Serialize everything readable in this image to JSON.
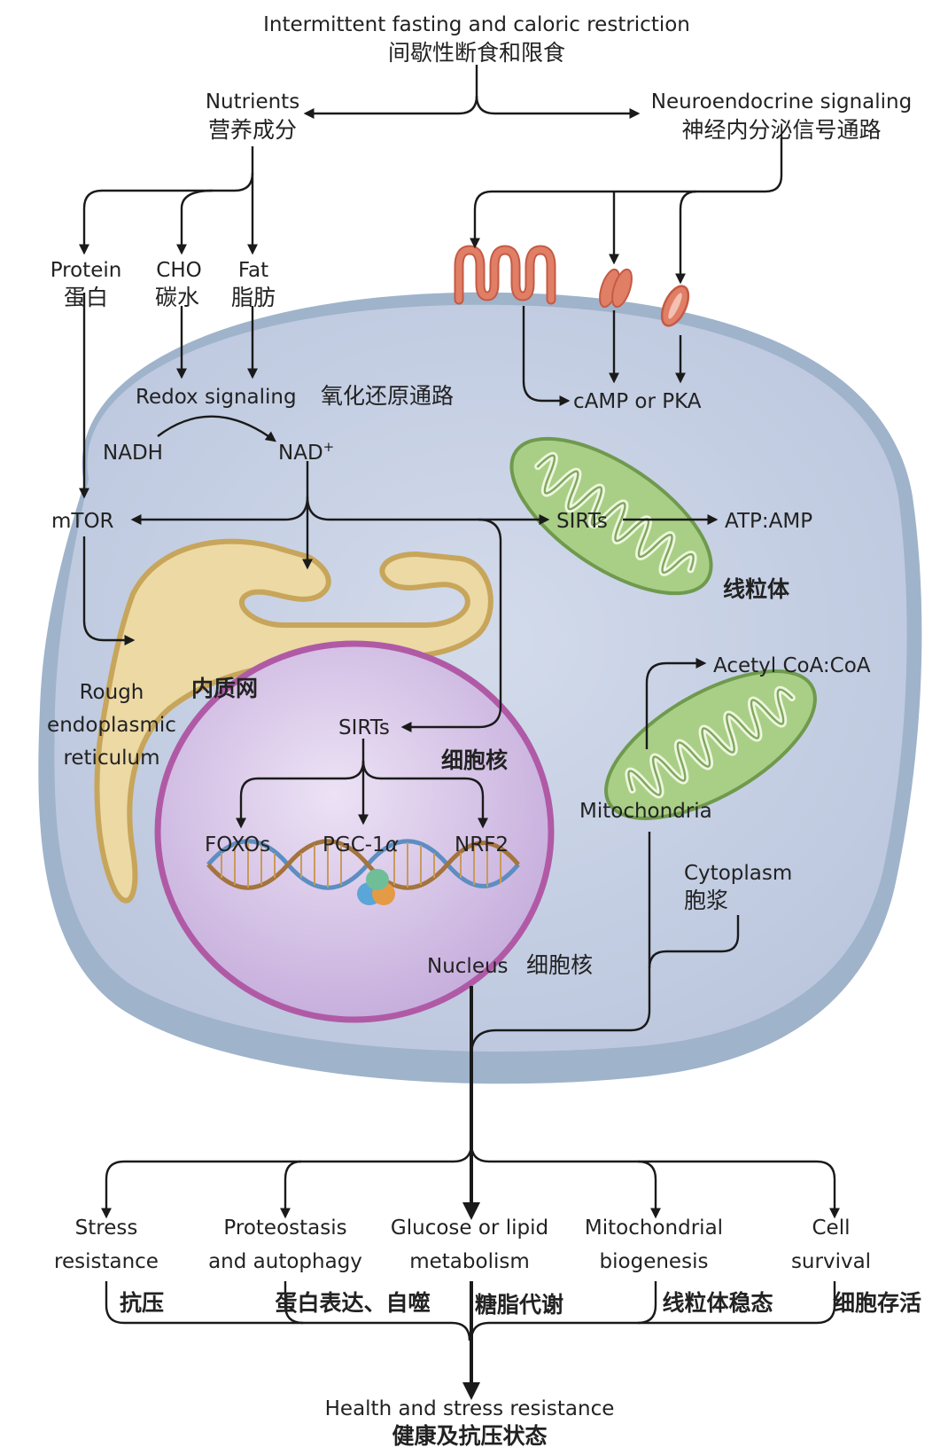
{
  "top": {
    "title_en": "Intermittent fasting and caloric restriction",
    "title_zh": "间歇性断食和限食"
  },
  "nutrients": {
    "en": "Nutrients",
    "zh": "营养成分"
  },
  "neuro": {
    "en": "Neuroendocrine signaling",
    "zh": "神经内分泌信号通路"
  },
  "macros": {
    "protein": {
      "en": "Protein",
      "zh": "蛋白"
    },
    "cho": {
      "en": "CHO",
      "zh": "碳水"
    },
    "fat": {
      "en": "Fat",
      "zh": "脂肪"
    }
  },
  "redox": {
    "en": "Redox signaling",
    "zh": "氧化还原通路"
  },
  "nadh": "NADH",
  "nad": "NAD",
  "nad_sup": "+",
  "camp": "cAMP or PKA",
  "mtor": "mTOR",
  "sirts_cyto": "SIRTs",
  "atp": "ATP:AMP",
  "mito_zh": "线粒体",
  "acetyl": "Acetyl CoA:CoA",
  "rer": {
    "en1": "Rough",
    "en2": "endoplasmic",
    "en3": "reticulum",
    "zh": "内质网"
  },
  "sirts_nuc": "SIRTs",
  "nucleus_zh_label": "细胞核",
  "tf": {
    "foxo": "FOXOs",
    "pgc": "PGC-1",
    "pgc_alpha": "α",
    "nrf": "NRF2"
  },
  "mitochondria": "Mitochondria",
  "cytoplasm": {
    "en": "Cytoplasm",
    "zh": "胞浆"
  },
  "nucleus": {
    "en": "Nucleus",
    "zh": "细胞核"
  },
  "outcomes": [
    {
      "en1": "Stress",
      "en2": "resistance",
      "zh": "抗压"
    },
    {
      "en1": "Proteostasis",
      "en2": "and autophagy",
      "zh": "蛋白表达、自噬"
    },
    {
      "en1": "Glucose or lipid",
      "en2": "metabolism",
      "zh": "糖脂代谢"
    },
    {
      "en1": "Mitochondrial",
      "en2": "biogenesis",
      "zh": "线粒体稳态"
    },
    {
      "en1": "Cell",
      "en2": "survival",
      "zh": "细胞存活"
    }
  ],
  "health": {
    "en": "Health and stress resistance",
    "zh": "健康及抗压状态"
  },
  "colors": {
    "cell_fill": "#c5cee2",
    "cell_rim": "#9fb3cb",
    "er_fill": "#ecd9a4",
    "er_stroke": "#c7a55a",
    "nucleus_fill": "#d6c4e6",
    "nucleus_stroke": "#b05aa6",
    "mito_fill": "#a9cf86",
    "mito_stroke": "#6f9a4e",
    "receptor": "#e07f66"
  }
}
